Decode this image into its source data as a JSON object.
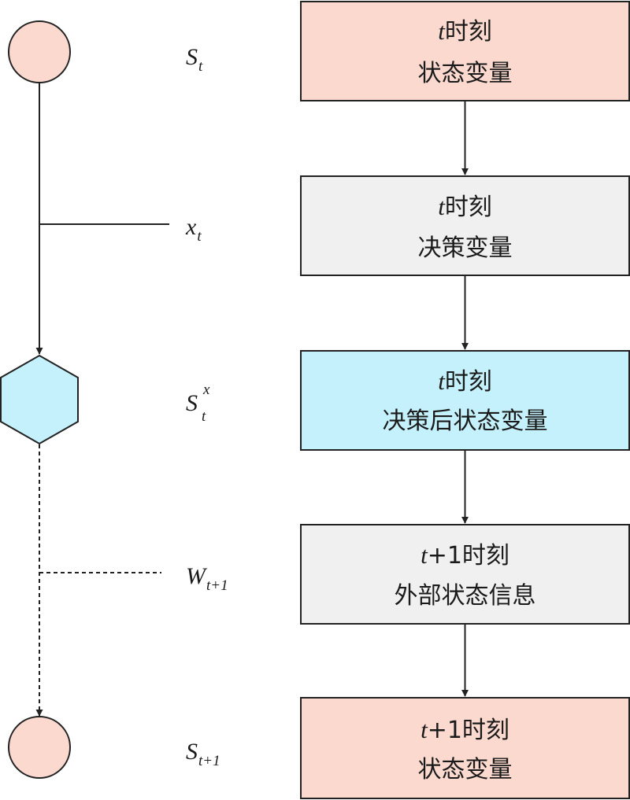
{
  "colors": {
    "state_fill": "#fbd9cf",
    "neutral_fill": "#f0f0f0",
    "post_decision_fill": "#c4f1fb",
    "stroke": "#222222"
  },
  "left": {
    "nodes": [
      {
        "shape": "circle",
        "fill": "state_fill"
      },
      {
        "shape": "hexagon",
        "fill": "post_decision_fill"
      },
      {
        "shape": "circle",
        "fill": "state_fill"
      }
    ],
    "labels": [
      {
        "main": "S",
        "sub": "t",
        "sup": ""
      },
      {
        "main": "x",
        "sub": "t",
        "sup": ""
      },
      {
        "main": "S",
        "sub": "t",
        "sup": "x"
      },
      {
        "main": "W",
        "sub": "t+1",
        "sup": ""
      },
      {
        "main": "S",
        "sub": "t+1",
        "sup": ""
      }
    ]
  },
  "boxes": [
    {
      "time_var": "t",
      "time_suffix": "时刻",
      "line2": "状态变量",
      "fill": "state_fill"
    },
    {
      "time_var": "t",
      "time_suffix": "时刻",
      "line2": "决策变量",
      "fill": "neutral_fill"
    },
    {
      "time_var": "t",
      "time_suffix": "时刻",
      "line2": "决策后状态变量",
      "fill": "post_decision_fill"
    },
    {
      "time_var": "t",
      "time_suffix": "+1时刻",
      "line2": "外部状态信息",
      "fill": "neutral_fill"
    },
    {
      "time_var": "t",
      "time_suffix": "+1时刻",
      "line2": "状态变量",
      "fill": "state_fill"
    }
  ]
}
